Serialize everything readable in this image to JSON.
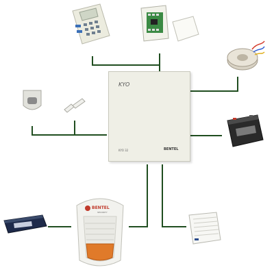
{
  "panel": {
    "brand": "KYO",
    "model": "KYO 32",
    "maker": "BENTEL"
  },
  "siren": {
    "brand": "BENTEL",
    "badge": "SECURITY"
  },
  "colors": {
    "wire": "#1f4d1f",
    "panel": "#efefe6",
    "siren_lens": "#e07a2a"
  }
}
